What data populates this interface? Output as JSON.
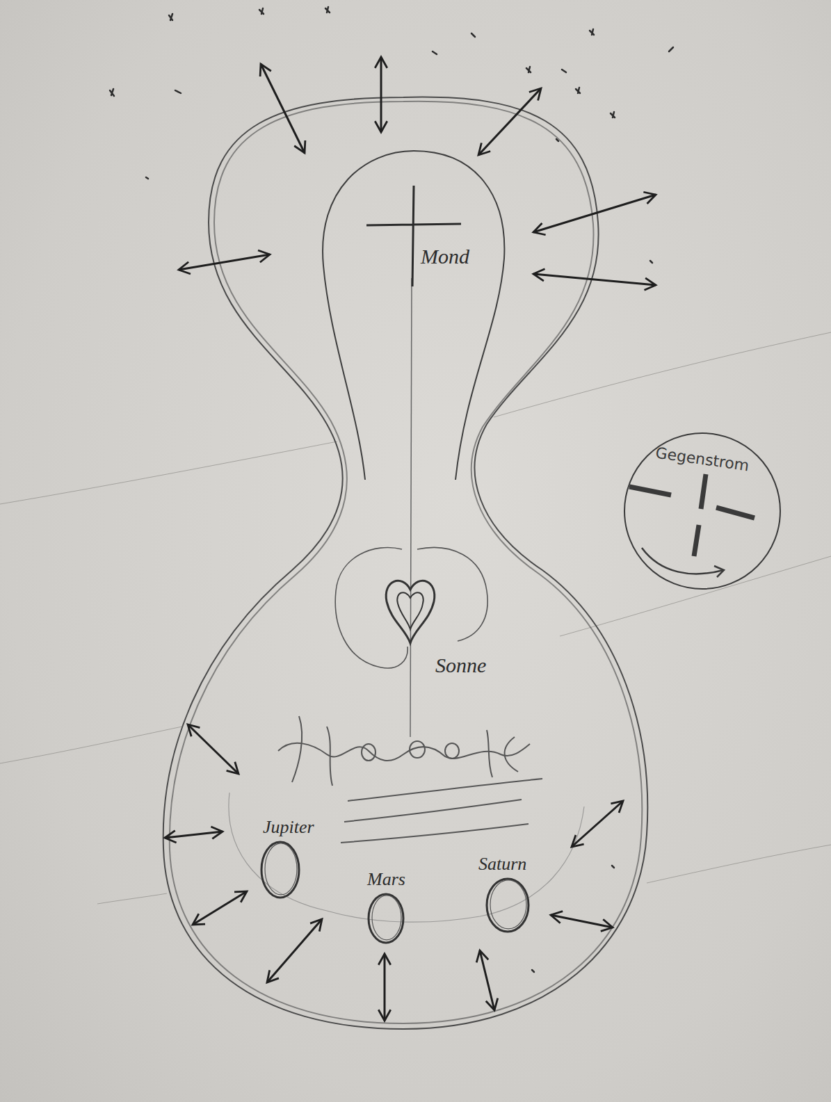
{
  "diagram": {
    "nodes": [
      {
        "text": [
          "Mond"
        ]
      },
      {
        "text": [
          "Gegenstrom"
        ]
      },
      {
        "text": [
          "Sonne"
        ]
      },
      {
        "text": [
          "Jupiter"
        ]
      },
      {
        "text": [
          "Mars"
        ]
      },
      {
        "text": [
          "Saturn"
        ]
      }
    ]
  }
}
